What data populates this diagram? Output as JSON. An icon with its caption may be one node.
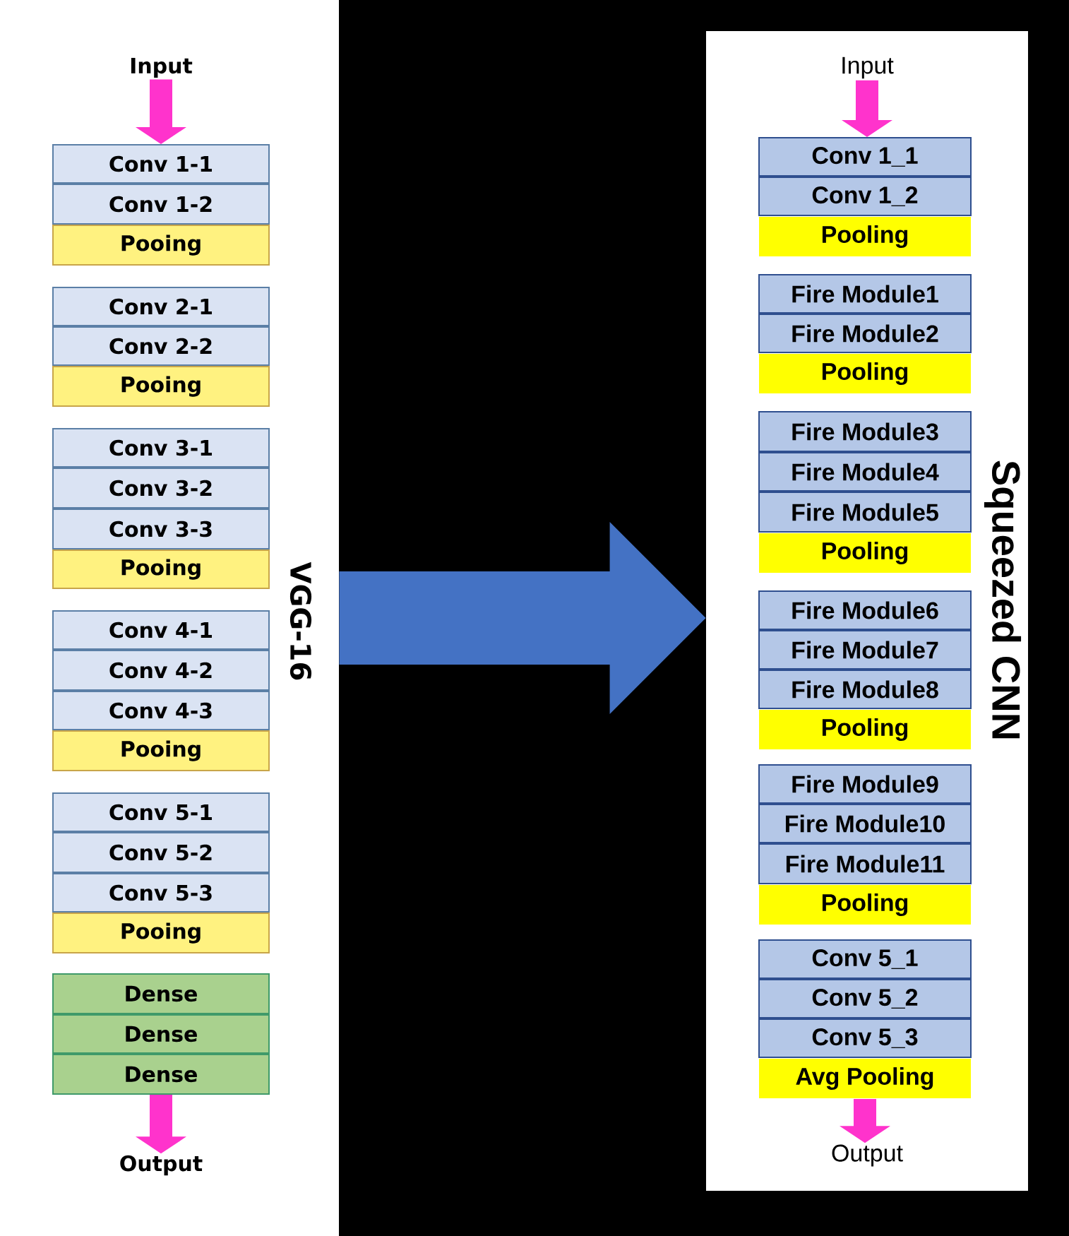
{
  "diagram": {
    "nodes": [
      {
        "text": [
          "VGG-16"
        ]
      },
      {
        "text": [
          "Input"
        ],
        "in": 0
      },
      {
        "text": [
          "Conv 1-1"
        ],
        "in": 0
      },
      {
        "text": [
          "Conv 1-2"
        ],
        "in": 0
      },
      {
        "text": [
          "Pooing"
        ],
        "in": 0
      },
      {
        "text": [
          "Conv 2-1"
        ],
        "in": 0
      },
      {
        "text": [
          "Conv 2-2"
        ],
        "in": 0
      },
      {
        "text": [
          "Pooing"
        ],
        "in": 0
      },
      {
        "text": [
          "Conv 3-1"
        ],
        "in": 0
      },
      {
        "text": [
          "Conv 3-2"
        ],
        "in": 0
      },
      {
        "text": [
          "Conv 3-3"
        ],
        "in": 0
      },
      {
        "text": [
          "Pooing"
        ],
        "in": 0
      },
      {
        "text": [
          "Conv 4-1"
        ],
        "in": 0
      },
      {
        "text": [
          "Conv 4-2"
        ],
        "in": 0
      },
      {
        "text": [
          "Conv 4-3"
        ],
        "in": 0
      },
      {
        "text": [
          "Pooing"
        ],
        "in": 0
      },
      {
        "text": [
          "Conv 5-1"
        ],
        "in": 0
      },
      {
        "text": [
          "Conv 5-2"
        ],
        "in": 0
      },
      {
        "text": [
          "Conv 5-3"
        ],
        "in": 0
      },
      {
        "text": [
          "Pooing"
        ],
        "in": 0
      },
      {
        "text": [
          "Dense"
        ],
        "in": 0
      },
      {
        "text": [
          "Dense"
        ],
        "in": 0
      },
      {
        "text": [
          "Dense"
        ],
        "in": 0
      },
      {
        "text": [
          "Output"
        ],
        "in": 0
      },
      {
        "text": [
          "Squeezed CNN"
        ]
      },
      {
        "text": [
          "Input"
        ],
        "in": 24
      },
      {
        "text": [
          "Conv 1_1"
        ],
        "in": 24
      },
      {
        "text": [
          "Conv 1_2"
        ],
        "in": 24
      },
      {
        "text": [
          "Pooling"
        ],
        "in": 24
      },
      {
        "text": [
          "Fire Module1"
        ],
        "in": 24
      },
      {
        "text": [
          "Fire Module2"
        ],
        "in": 24
      },
      {
        "text": [
          "Pooling"
        ],
        "in": 24
      },
      {
        "text": [
          "Fire Module3"
        ],
        "in": 24
      },
      {
        "text": [
          "Fire Module4"
        ],
        "in": 24
      },
      {
        "text": [
          "Fire Module5"
        ],
        "in": 24
      },
      {
        "text": [
          "Pooling"
        ],
        "in": 24
      },
      {
        "text": [
          "Fire Module6"
        ],
        "in": 24
      },
      {
        "text": [
          "Fire Module7"
        ],
        "in": 24
      },
      {
        "text": [
          "Fire Module8"
        ],
        "in": 24
      },
      {
        "text": [
          "Pooling"
        ],
        "in": 24
      },
      {
        "text": [
          "Fire Module9"
        ],
        "in": 24
      },
      {
        "text": [
          "Fire Module10"
        ],
        "in": 24
      },
      {
        "text": [
          "Fire Module11"
        ],
        "in": 24
      },
      {
        "text": [
          "Pooling"
        ],
        "in": 24
      },
      {
        "text": [
          "Conv 5_1"
        ],
        "in": 24
      },
      {
        "text": [
          "Conv 5_2"
        ],
        "in": 24
      },
      {
        "text": [
          "Conv 5_3"
        ],
        "in": 24
      },
      {
        "text": [
          "Avg Pooling"
        ],
        "in": 24
      },
      {
        "text": [
          "Output"
        ],
        "in": 24
      }
    ],
    "edges": [
      {
        "from": 1,
        "to": 2,
        "arrow": "to",
        "color": "#ff33cc"
      },
      {
        "from": 22,
        "to": 23,
        "arrow": "to",
        "color": "#ff33cc"
      },
      {
        "from": 0,
        "to": 24,
        "arrow": "to",
        "color": "#4472c4"
      },
      {
        "from": 25,
        "to": 26,
        "arrow": "to",
        "color": "#ff33cc"
      },
      {
        "from": 47,
        "to": 48,
        "arrow": "to",
        "color": "#ff33cc"
      }
    ]
  }
}
